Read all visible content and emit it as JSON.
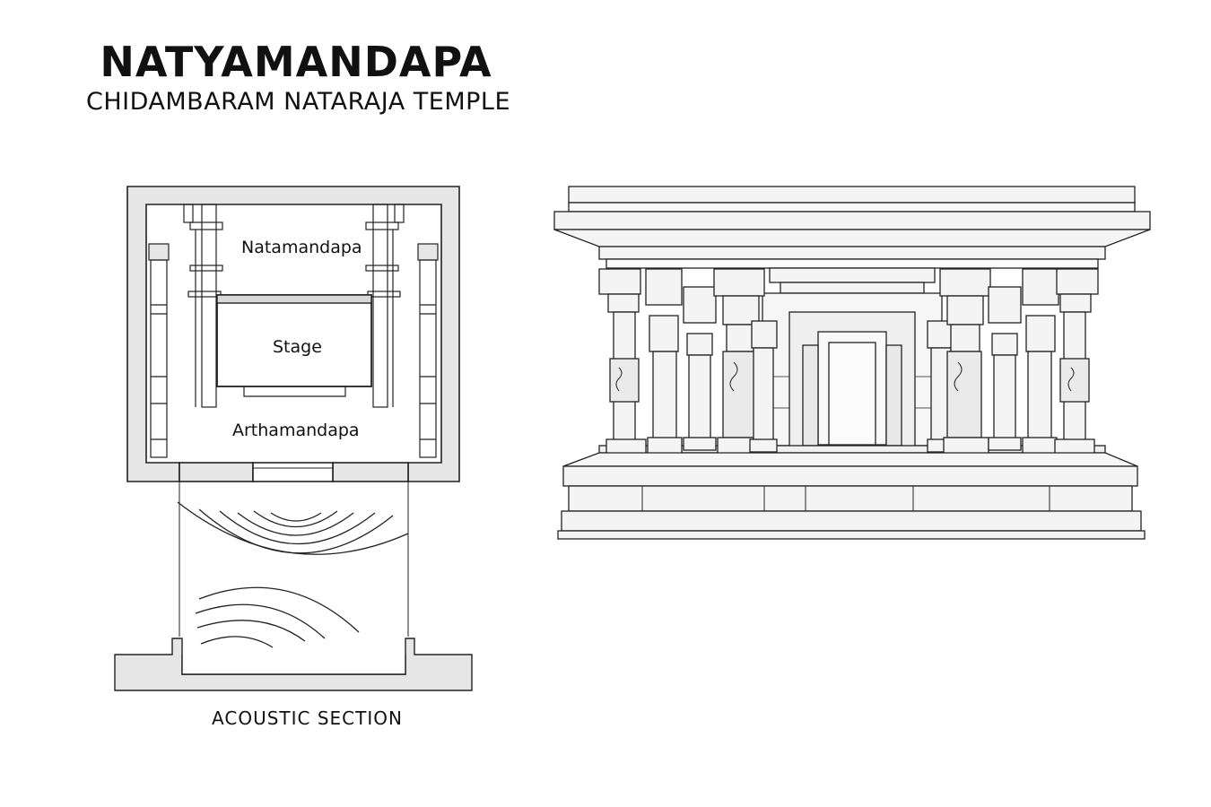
{
  "header": {
    "title": "NATYAMANDAPA",
    "subtitle": "CHIDAMBARAM NATARAJA TEMPLE"
  },
  "plan": {
    "labels": {
      "natamandapa": "Natamandapa",
      "stage": "Stage",
      "arthamandapa": "Arthamandapa"
    }
  },
  "section": {
    "caption": "ACOUSTIC SECTION"
  },
  "colors": {
    "line": "#222222",
    "wall_fill": "#e6e6e6",
    "stone_fill": "#f2f2f2",
    "background": "#ffffff"
  },
  "icons": [
    "temple-elevation-drawing",
    "acoustic-wave-lines"
  ]
}
